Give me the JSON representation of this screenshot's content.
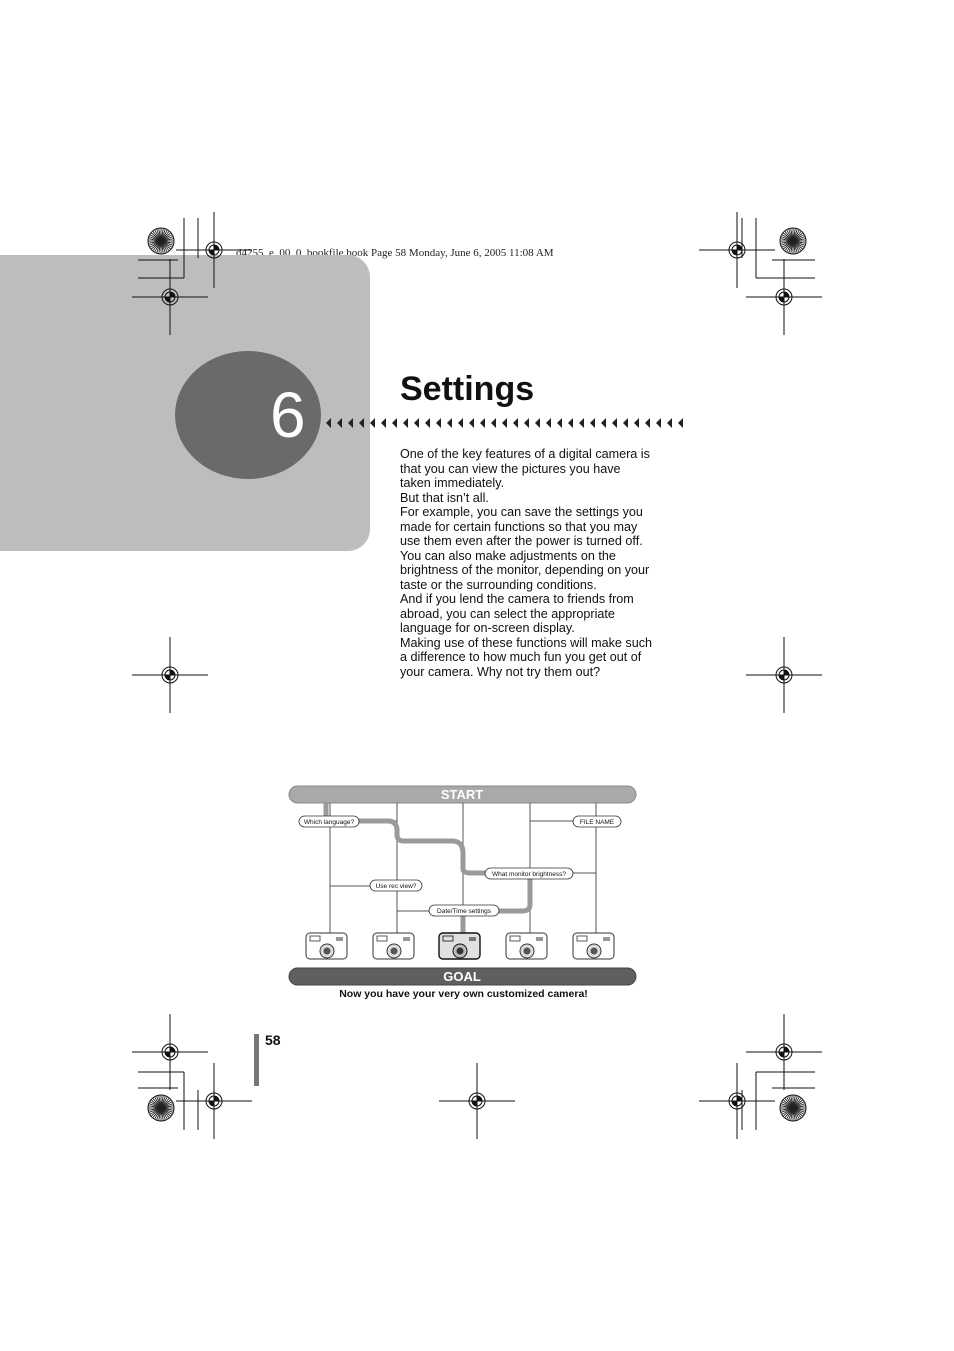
{
  "header_line": "d4255_e_00_0_bookfile.book  Page 58  Monday, June 6, 2005  11:08 AM",
  "chapter": {
    "number": "6",
    "title": "Settings"
  },
  "intro_paragraphs": [
    "One of the key features of a digital camera is that you can view the pictures you have taken immediately.",
    "But that isn’t all.",
    "For example, you can save the settings you made for certain functions so that you may use them even after the power is turned off.",
    "You can also make adjustments on the brightness of the monitor, depending on your taste or the surrounding conditions.",
    "And if you lend the camera to friends from abroad, you can select the appropriate language for on-screen display.",
    "Making use of these functions will make such a difference to how much fun you get out of your camera. Why not try them out?"
  ],
  "diagram": {
    "start_label": "START",
    "goal_label": "GOAL",
    "bubbles": {
      "which_language": "Which language?",
      "file_name": "FILE NAME",
      "what_monitor_brightness": "What monitor brightness?",
      "use_rec_view": "Use rec view?",
      "date_time_settings": "Date/Time settings"
    },
    "caption": "Now you have your very own customized camera!",
    "colors": {
      "bar": "#a9a9a9",
      "path": "#9a9a9a",
      "goal_bar": "#5f5f5f"
    }
  },
  "page_number": "58"
}
